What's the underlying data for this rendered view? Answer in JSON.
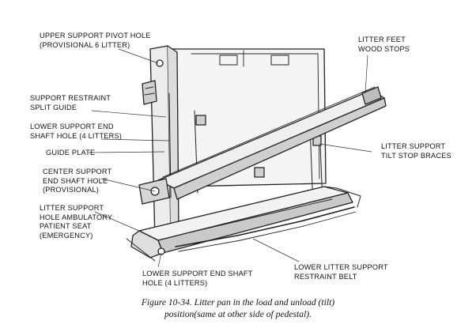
{
  "labels": {
    "upper_pivot": [
      "UPPER SUPPORT PIVOT HOLE",
      "(PROVISIONAL 6 LITTER)"
    ],
    "litter_feet": [
      "LITTER FEET",
      "WOOD STOPS"
    ],
    "restraint_guide": [
      "SUPPORT RESTRAINT",
      "SPLIT GUIDE"
    ],
    "lower_end_shaft_top": [
      "LOWER SUPPORT END",
      "SHAFT HOLE (4 LITTERS)"
    ],
    "guide_plate": [
      "GUIDE PLATE"
    ],
    "tilt_stop": [
      "LITTER SUPPORT",
      "TILT STOP BRACES"
    ],
    "center_shaft": [
      "CENTER SUPPORT",
      "END SHAFT HOLE",
      "(PROVISIONAL)"
    ],
    "ambulatory": [
      "LITTER SUPPORT",
      "HOLE AMBULATORY",
      "PATIENT SEAT",
      "(EMERGENCY)"
    ],
    "lower_end_shaft_bottom": [
      "LOWER SUPPORT END SHAFT",
      "HOLE (4 LITTERS)"
    ],
    "restraint_belt": [
      "LOWER LITTER SUPPORT",
      "RESTRAINT BELT"
    ]
  },
  "caption": [
    "Figure 10-34. Litter pan in the load and unload (tilt)",
    "position(same at other side of pedestal)."
  ]
}
